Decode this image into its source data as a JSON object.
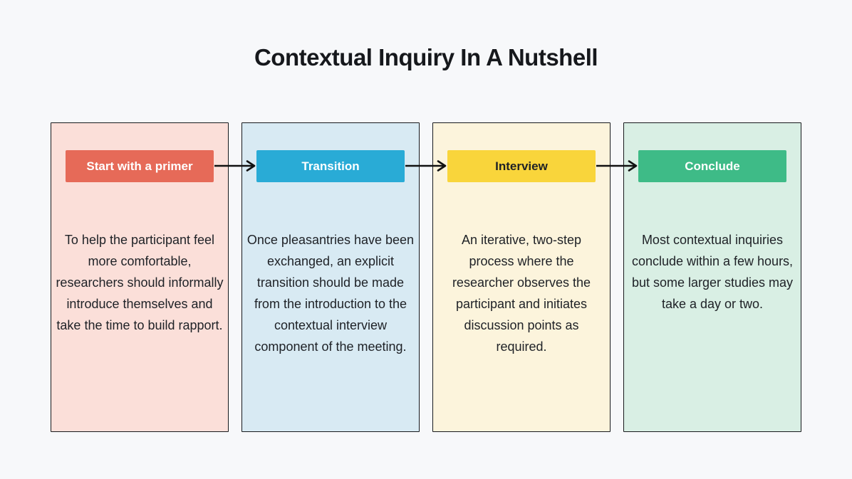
{
  "page": {
    "title": "Contextual Inquiry In A Nutshell",
    "background_color": "#F7F8FA",
    "border_color": "#17191C",
    "text_color": "#1E2126"
  },
  "steps": [
    {
      "label": "Start with a primer",
      "description": "To help the participant feel more comfortable, researchers should informally introduce themselves and take the time to build rapport.",
      "card_bg": "#FBDFD9",
      "button_bg": "#E66A58",
      "button_text_color": "#FFFFFF"
    },
    {
      "label": "Transition",
      "description": "Once pleasantries have been exchanged, an explicit transition should be made from the introduction to the contextual interview component of the meeting.",
      "card_bg": "#D8EAF3",
      "button_bg": "#29ABD6",
      "button_text_color": "#FFFFFF"
    },
    {
      "label": "Interview",
      "description": "An iterative, two-step process where the researcher observes the participant and initiates discussion points as required.",
      "card_bg": "#FCF4DC",
      "button_bg": "#F9D53B",
      "button_text_color": "#1E2126"
    },
    {
      "label": "Conclude",
      "description": "Most contextual inquiries conclude within a few hours, but some larger studies may take a day or two.",
      "card_bg": "#D9EFE4",
      "button_bg": "#3EBB87",
      "button_text_color": "#FFFFFF"
    }
  ],
  "connectors": {
    "style": "arrow-right",
    "color": "#111111",
    "count": 3
  }
}
